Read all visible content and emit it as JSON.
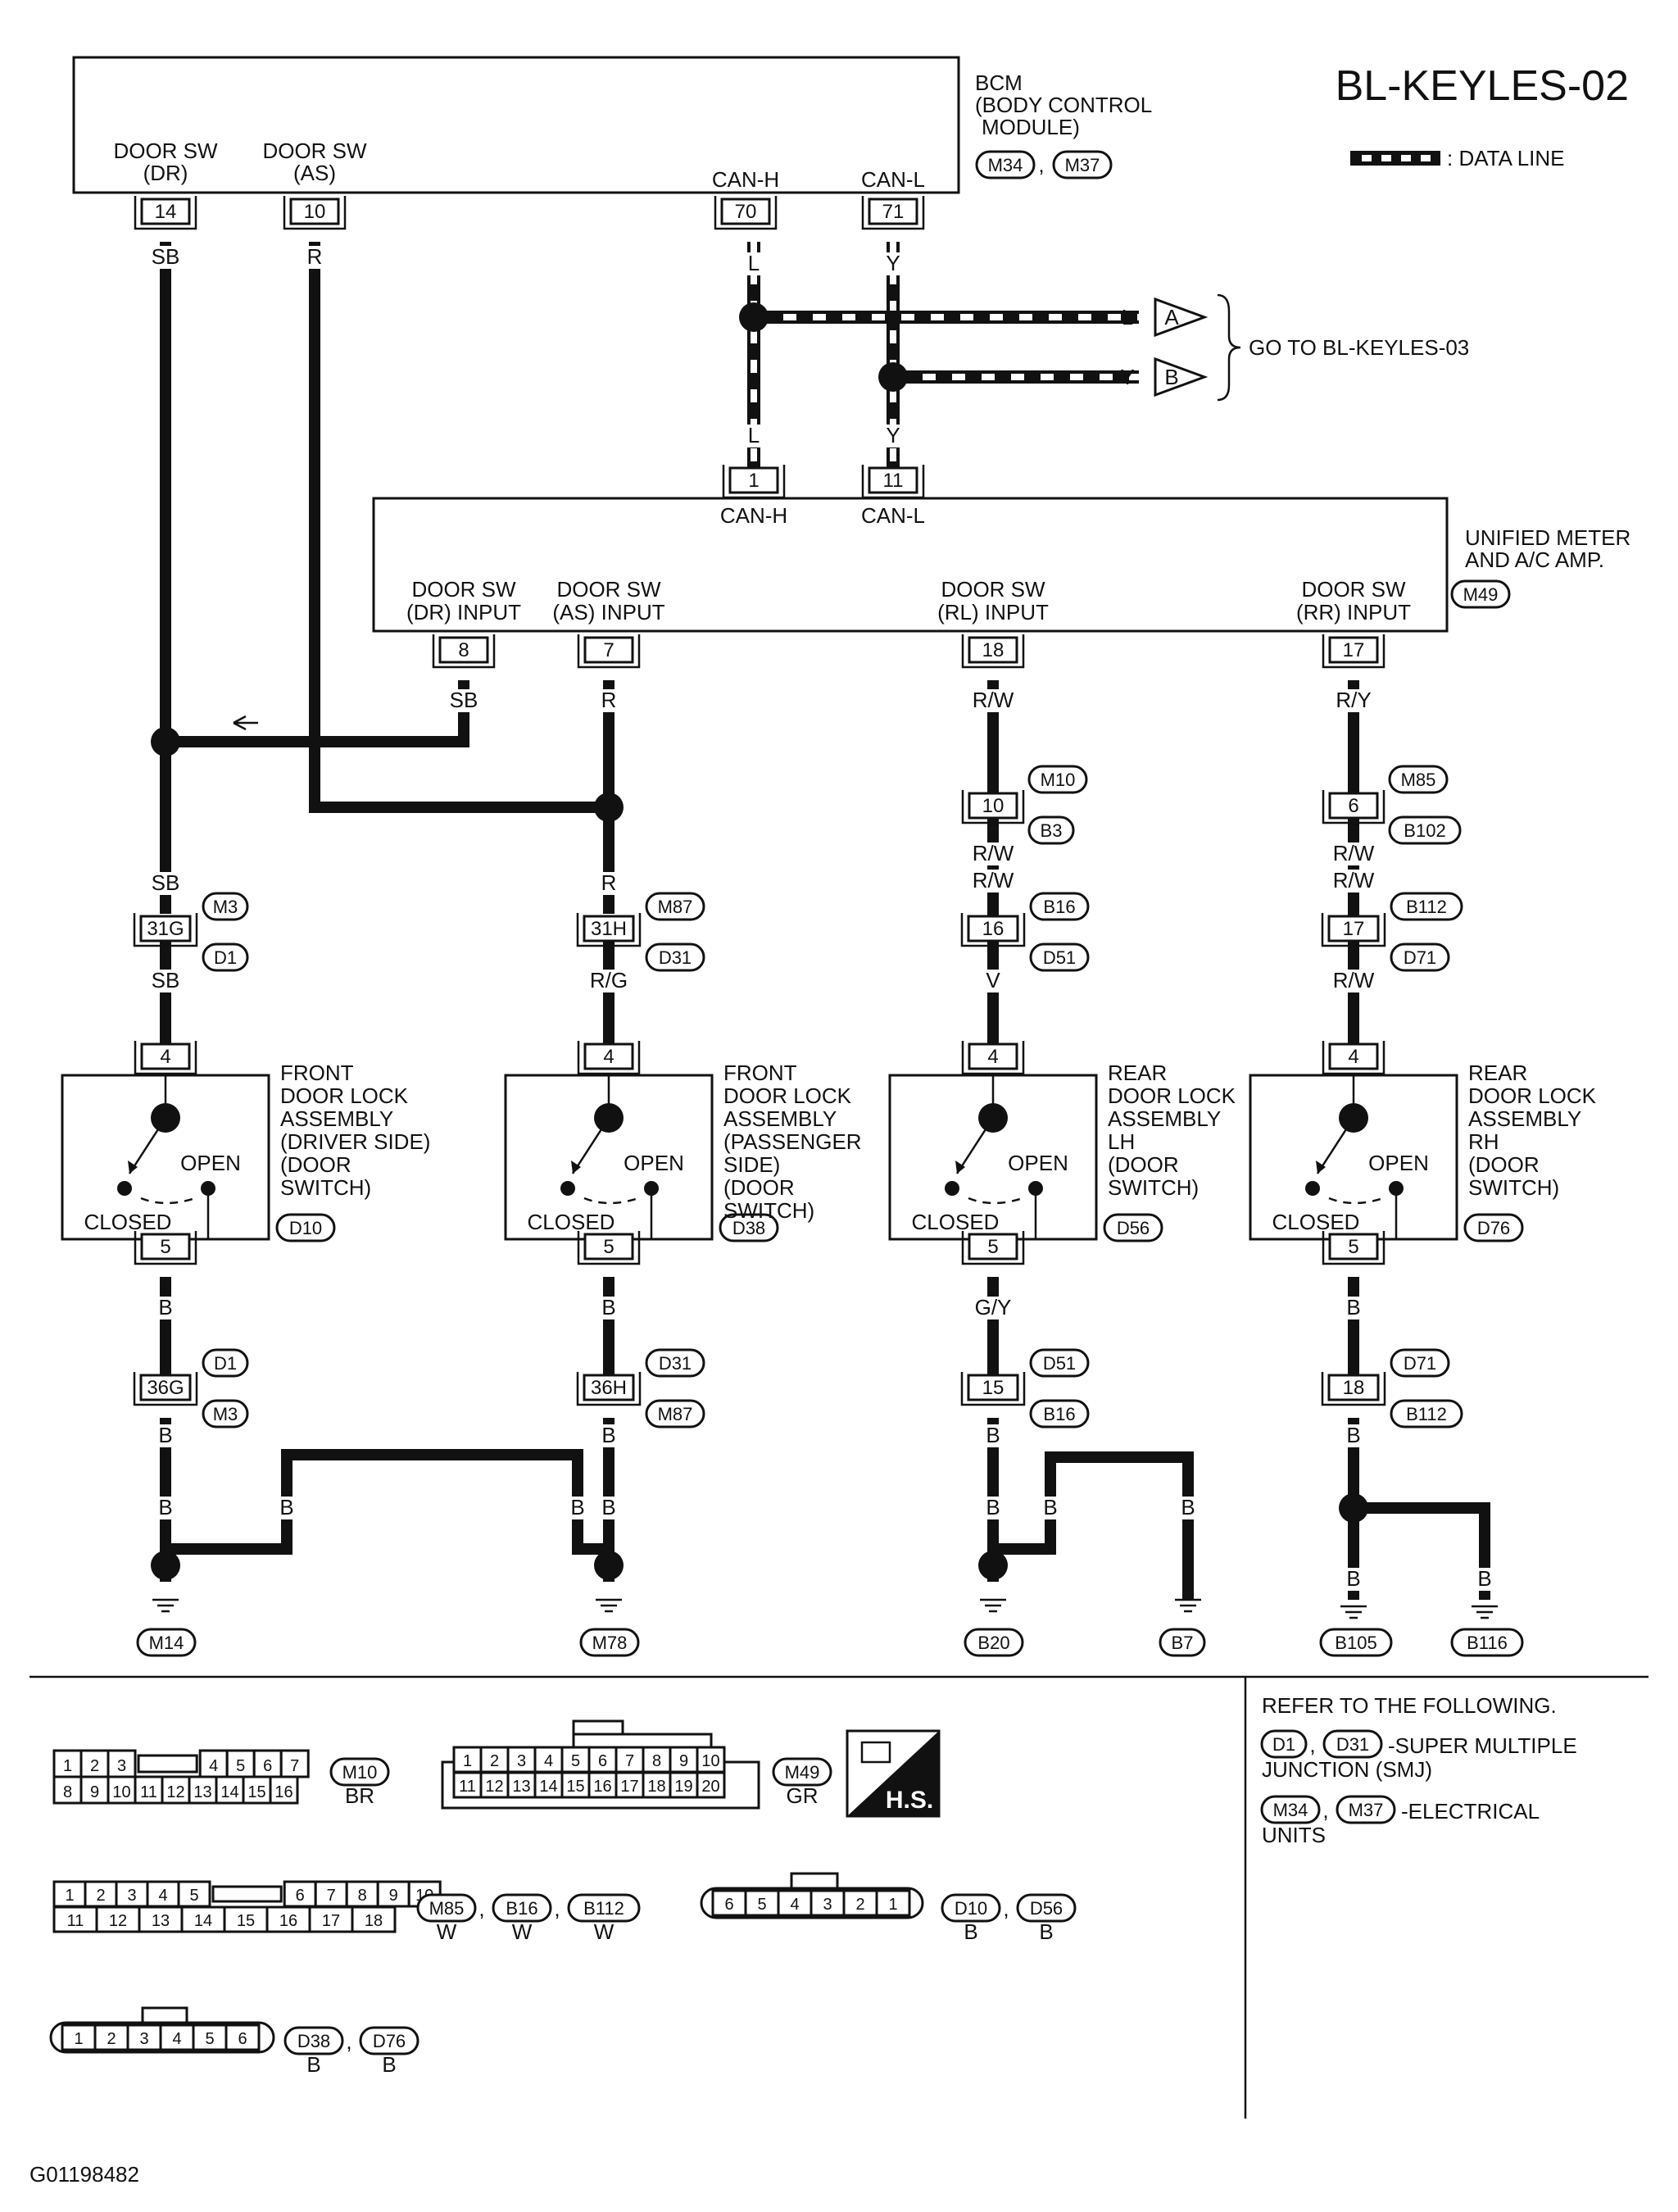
{
  "title": "BL-KEYLES-02",
  "figure_id": "G01198482",
  "legend": {
    "data_line_label": ": DATA LINE"
  },
  "bcm": {
    "name": [
      "BCM",
      "(BODY CONTROL",
      "MODULE)"
    ],
    "connectors": [
      "M34",
      "M37"
    ],
    "pins": [
      {
        "label": [
          "DOOR SW",
          "(DR)"
        ],
        "pin": "14",
        "wire": "SB"
      },
      {
        "label": [
          "DOOR SW",
          "(AS)"
        ],
        "pin": "10",
        "wire": "R"
      },
      {
        "label": [
          "CAN-H"
        ],
        "pin": "70",
        "wire": "L"
      },
      {
        "label": [
          "CAN-L"
        ],
        "pin": "71",
        "wire": "Y"
      }
    ]
  },
  "go_to": {
    "text": "GO TO BL-KEYLES-03",
    "arrows": [
      {
        "wire": "L",
        "letter": "A"
      },
      {
        "wire": "Y",
        "letter": "B"
      }
    ]
  },
  "meter": {
    "name": [
      "UNIFIED METER",
      "AND A/C AMP."
    ],
    "connector": "M49",
    "can_pins": [
      {
        "pin": "1",
        "label": "CAN-H",
        "wire": "L"
      },
      {
        "pin": "11",
        "label": "CAN-L",
        "wire": "Y"
      }
    ],
    "inputs": [
      {
        "label": [
          "DOOR SW",
          "(DR) INPUT"
        ],
        "pin": "8",
        "wire": "SB"
      },
      {
        "label": [
          "DOOR SW",
          "(AS) INPUT"
        ],
        "pin": "7",
        "wire": "R"
      },
      {
        "label": [
          "DOOR SW",
          "(RL) INPUT"
        ],
        "pin": "18",
        "wire": "R/W"
      },
      {
        "label": [
          "DOOR SW",
          "(RR) INPUT"
        ],
        "pin": "17",
        "wire": "R/Y"
      }
    ]
  },
  "rl_inline": {
    "pin": "10",
    "top": "M10",
    "bottom": "B3",
    "wire_after": "R/W"
  },
  "rr_inline": {
    "pin": "6",
    "top": "M85",
    "bottom": "B102",
    "wire_after": "R/W"
  },
  "branches": [
    {
      "upper_wire": "SB",
      "junction": {
        "pin": "31G",
        "top": "M3",
        "bottom": "D1"
      },
      "wire_to_switch": "SB",
      "switch": {
        "name": [
          "FRONT",
          "DOOR LOCK",
          "ASSEMBLY",
          "(DRIVER SIDE)",
          "(DOOR",
          "SWITCH)"
        ],
        "connector": "D10",
        "pin_top": "4",
        "pin_bottom": "5",
        "open": "OPEN",
        "closed": "CLOSED"
      },
      "ground_wire1": "B",
      "junction2": {
        "pin": "36G",
        "top": "D1",
        "bottom": "M3"
      },
      "ground_wire2": "B",
      "ground_wire3": "B",
      "ground_wire4": "B",
      "ground": "M14"
    },
    {
      "upper_wire": "R",
      "junction": {
        "pin": "31H",
        "top": "M87",
        "bottom": "D31"
      },
      "wire_to_switch": "R/G",
      "switch": {
        "name": [
          "FRONT",
          "DOOR LOCK",
          "ASSEMBLY",
          "(PASSENGER",
          "SIDE)",
          "(DOOR",
          "SWITCH)"
        ],
        "connector": "D38",
        "pin_top": "4",
        "pin_bottom": "5",
        "open": "OPEN",
        "closed": "CLOSED"
      },
      "ground_wire1": "B",
      "junction2": {
        "pin": "36H",
        "top": "D31",
        "bottom": "M87"
      },
      "ground_wire2": "B",
      "ground_wire3": "B",
      "ground_wire4": "B",
      "ground": "M78"
    },
    {
      "upper_wire": "R/W",
      "junction": {
        "pin": "16",
        "top": "B16",
        "bottom": "D51"
      },
      "wire_to_switch": "V",
      "switch": {
        "name": [
          "REAR",
          "DOOR LOCK",
          "ASSEMBLY",
          "LH",
          "(DOOR",
          "SWITCH)"
        ],
        "connector": "D56",
        "pin_top": "4",
        "pin_bottom": "5",
        "open": "OPEN",
        "closed": "CLOSED"
      },
      "ground_wire1": "G/Y",
      "junction2": {
        "pin": "15",
        "top": "D51",
        "bottom": "B16"
      },
      "ground_wire2": "B",
      "ground_wire3": "B",
      "ground_wire4": "B",
      "ground": "B20",
      "ground_b": "B7",
      "ground_b_wire": "B"
    },
    {
      "upper_wire": "R/W",
      "junction": {
        "pin": "17",
        "top": "B112",
        "bottom": "D71"
      },
      "wire_to_switch": "R/W",
      "switch": {
        "name": [
          "REAR",
          "DOOR LOCK",
          "ASSEMBLY",
          "RH",
          "(DOOR",
          "SWITCH)"
        ],
        "connector": "D76",
        "pin_top": "4",
        "pin_bottom": "5",
        "open": "OPEN",
        "closed": "CLOSED"
      },
      "ground_wire1": "B",
      "junction2": {
        "pin": "18",
        "top": "D71",
        "bottom": "B112"
      },
      "ground_wire2": "B",
      "ground_wire3": "B",
      "ground": "B105",
      "ground_b": "B116",
      "ground_b_wire": "B"
    }
  ],
  "connector_views": {
    "m10": {
      "row1": [
        "1",
        "2",
        "3",
        "",
        "4",
        "5",
        "6",
        "7"
      ],
      "row2": [
        "8",
        "9",
        "10",
        "11",
        "12",
        "13",
        "14",
        "15",
        "16"
      ],
      "tags": [
        "M10"
      ],
      "colors": [
        "BR"
      ]
    },
    "m49": {
      "row1": [
        "1",
        "2",
        "3",
        "4",
        "5",
        "6",
        "7",
        "8",
        "9",
        "10"
      ],
      "row2": [
        "11",
        "12",
        "13",
        "14",
        "15",
        "16",
        "17",
        "18",
        "19",
        "20"
      ],
      "tags": [
        "M49"
      ],
      "colors": [
        "GR"
      ],
      "hs": "H.S."
    },
    "m85": {
      "row1": [
        "1",
        "2",
        "3",
        "4",
        "5",
        "",
        "6",
        "7",
        "8",
        "9",
        "10"
      ],
      "row2": [
        "11",
        "12",
        "13",
        "14",
        "15",
        "16",
        "17",
        "18"
      ],
      "tags": [
        "M85",
        "B16",
        "B112"
      ],
      "colors": [
        "W",
        "W",
        "W"
      ]
    },
    "d10": {
      "row1": [
        "6",
        "5",
        "4",
        "3",
        "2",
        "1"
      ],
      "tags": [
        "D10",
        "D56"
      ],
      "colors": [
        "B",
        "B"
      ]
    },
    "d38": {
      "row1": [
        "1",
        "2",
        "3",
        "4",
        "5",
        "6"
      ],
      "tags": [
        "D38",
        "D76"
      ],
      "colors": [
        "B",
        "B"
      ]
    }
  },
  "refer": {
    "heading": "REFER TO THE FOLLOWING.",
    "items": [
      {
        "tags": [
          "D1",
          "D31"
        ],
        "text": "-SUPER MULTIPLE",
        "text2": "JUNCTION (SMJ)"
      },
      {
        "tags": [
          "M34",
          "M37"
        ],
        "text": "-ELECTRICAL",
        "text2": "UNITS"
      }
    ]
  }
}
